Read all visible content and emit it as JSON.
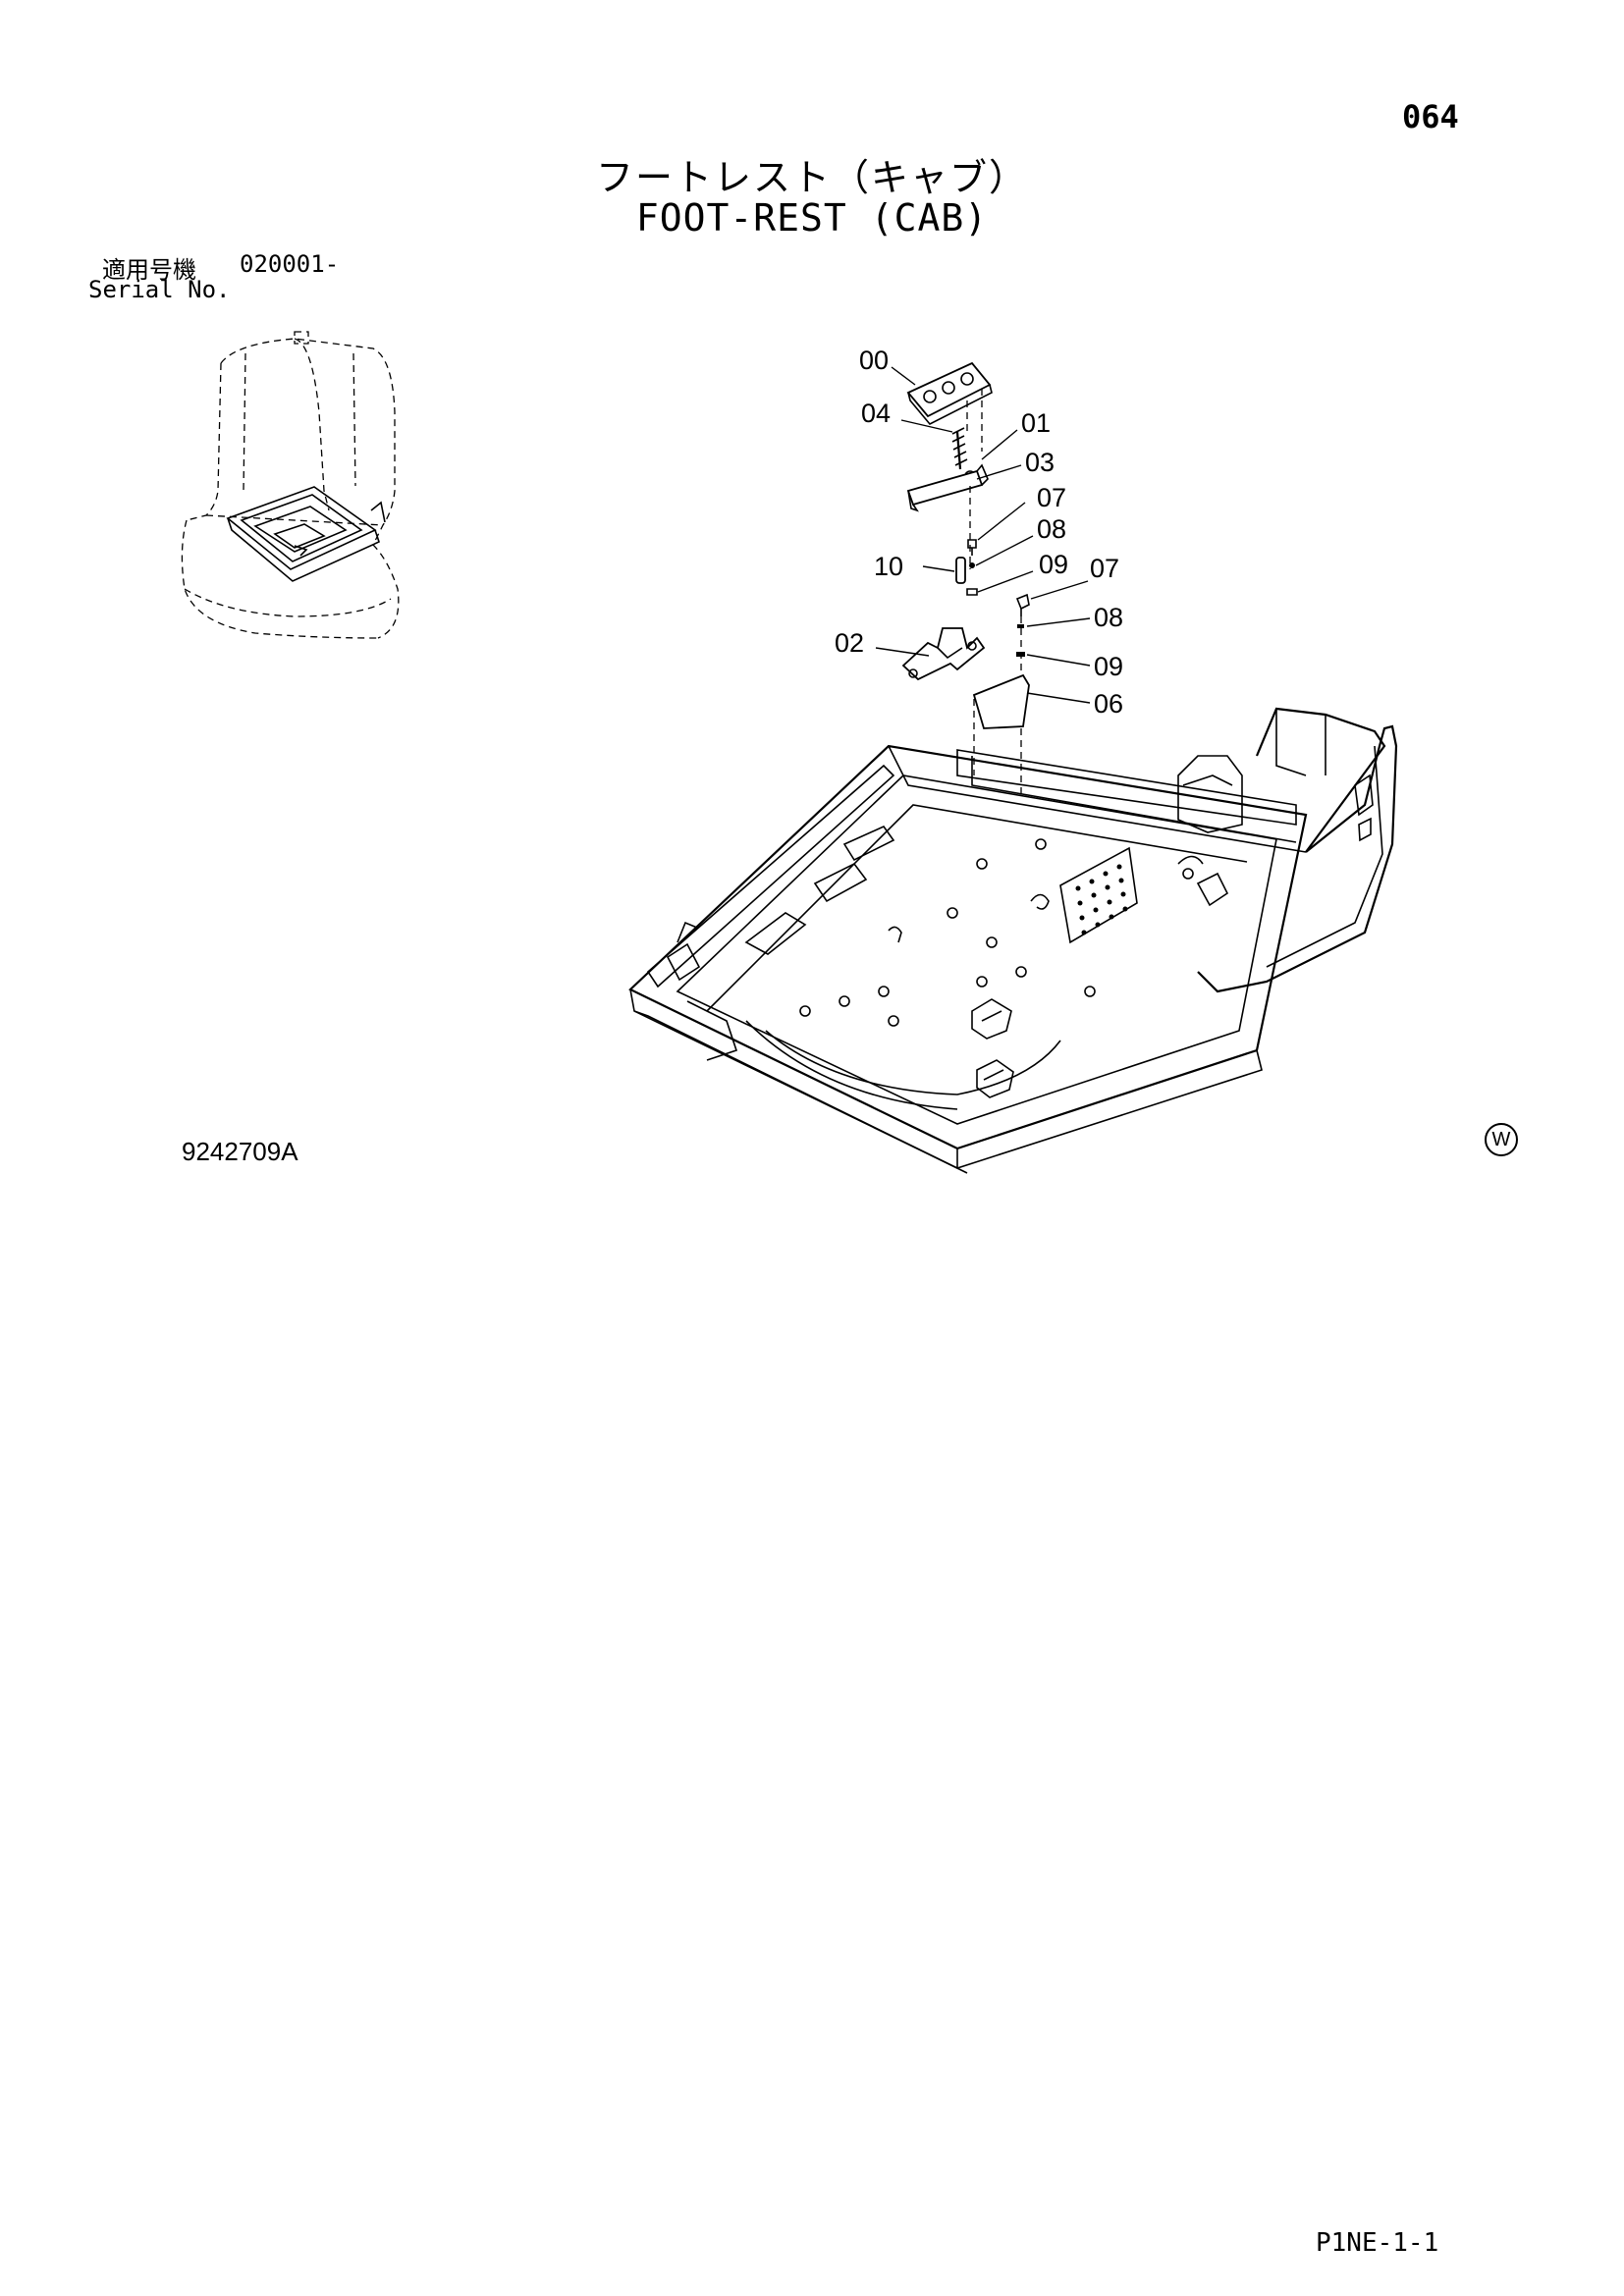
{
  "page_number": "064",
  "title_jp": "フートレスト（キャブ）",
  "title_en": "FOOT-REST (CAB)",
  "serial": {
    "label_jp": "適用号機",
    "value": "020001-",
    "label_en": "Serial No."
  },
  "callouts": [
    "00",
    "04",
    "01",
    "03",
    "07",
    "08",
    "10",
    "09",
    "07",
    "08",
    "02",
    "09",
    "06"
  ],
  "drawing_number": "9242709A",
  "w_mark": "W",
  "sheet_code": "P1NE-1-1"
}
